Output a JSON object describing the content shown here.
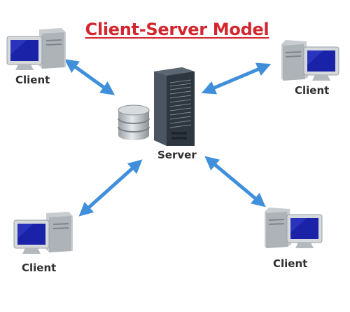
{
  "diagram": {
    "title": "Client-Server Model",
    "server_label": "Server",
    "clients": [
      {
        "label": "Client"
      },
      {
        "label": "Client"
      },
      {
        "label": "Client"
      },
      {
        "label": "Client"
      }
    ]
  },
  "colors": {
    "title": "#d3262e",
    "arrow": "#3f8fdb",
    "label": "#2f2f2f",
    "screen": "#1a22a8"
  },
  "icons": {
    "client": "desktop-computer-icon",
    "server": "server-tower-icon",
    "database": "database-icon"
  }
}
